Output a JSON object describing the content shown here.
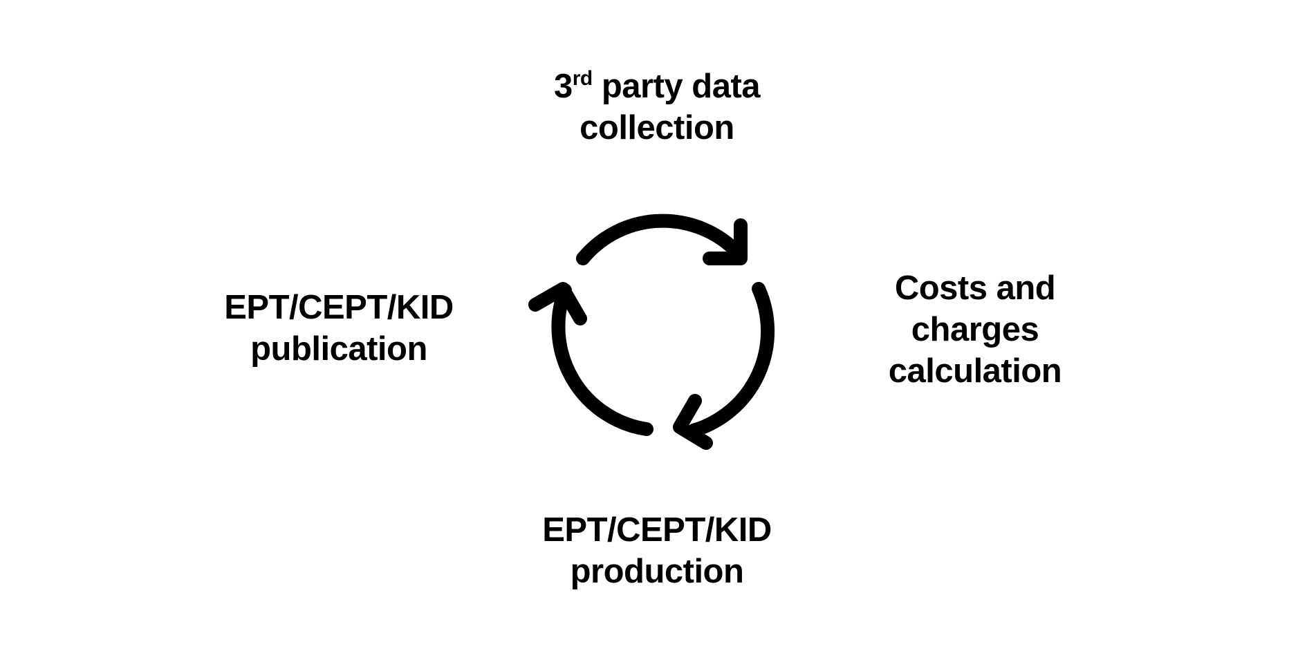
{
  "diagram": {
    "top_node": {
      "line1_number": "3",
      "line1_sup": "rd",
      "line1_rest": " party data",
      "line2": "collection"
    },
    "right_node": {
      "line1": "Costs and",
      "line2": "charges",
      "line3": "calculation"
    },
    "bottom_node": {
      "line1": "EPT/CEPT/KID",
      "line2": "production"
    },
    "left_node": {
      "line1": "EPT/CEPT/KID",
      "line2": "publication"
    },
    "cycle_icon": "recycle-arrows-icon",
    "stroke_color": "#000000",
    "background_color": "#ffffff"
  }
}
